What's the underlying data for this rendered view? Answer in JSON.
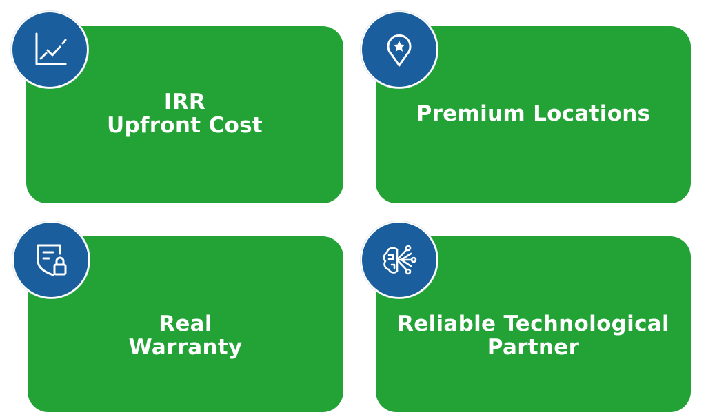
{
  "cards": [
    {
      "lines": [
        "IRR",
        "Upfront Cost"
      ],
      "icon": "chart-growth-icon"
    },
    {
      "lines": [
        "Premium Locations"
      ],
      "icon": "location-star-icon"
    },
    {
      "lines": [
        "Real",
        "Warranty"
      ],
      "icon": "secure-document-icon"
    },
    {
      "lines": [
        "Reliable Technological",
        "Partner"
      ],
      "icon": "ai-brain-network-icon"
    }
  ],
  "colors": {
    "card": "#23a236",
    "badge": "#1b5e9e",
    "text": "#ffffff"
  }
}
